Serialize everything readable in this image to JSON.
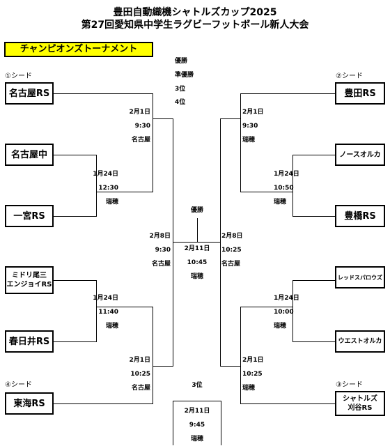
{
  "title": {
    "line1": "豊田自動織機シャトルズカップ2025",
    "line2": "第27回愛知県中学生ラグビーフットボール新人大会"
  },
  "banner": "チャンピオンズトーナメント",
  "results": {
    "first": "優勝",
    "second": "準優勝",
    "third": "3位",
    "fourth": "4位"
  },
  "seeds": {
    "s1": "①シード",
    "s2": "②シード",
    "s3": "③シード",
    "s4": "④シード"
  },
  "teams": {
    "nagoya_rs": "名古屋RS",
    "nagoya_chu": "名古屋中",
    "ichinomiya_rs": "一宮RS",
    "midori1": "ミドリ尾三",
    "midori2": "エンジョイRS",
    "kasugai_rs": "春日井RS",
    "tokai_rs": "東海RS",
    "toyota_rs": "豊田RS",
    "north_orca": "ノースオルカ",
    "toyohashi_rs": "豊橋RS",
    "red_sparrows": "レッドスパロウズ",
    "west_orca": "ウエストオルカ",
    "shuttles1": "シャトルズ",
    "shuttles2": "刈谷RS"
  },
  "matches": {
    "l_r1_top": {
      "date": "1月24日",
      "time": "12:30",
      "venue": "瑞穂"
    },
    "l_r1_bot": {
      "date": "1月24日",
      "time": "11:40",
      "venue": "瑞穂"
    },
    "l_qf_top": {
      "date": "2月1日",
      "time": "9:30",
      "venue": "名古屋"
    },
    "l_qf_bot": {
      "date": "2月1日",
      "time": "10:25",
      "venue": "名古屋"
    },
    "l_sf": {
      "date": "2月8日",
      "time": "9:30",
      "venue": "名古屋"
    },
    "r_r1_top": {
      "date": "1月24日",
      "time": "10:50",
      "venue": "瑞穂"
    },
    "r_r1_bot": {
      "date": "1月24日",
      "time": "10:00",
      "venue": "瑞穂"
    },
    "r_qf_top": {
      "date": "2月1日",
      "time": "9:30",
      "venue": "瑞穂"
    },
    "r_qf_bot": {
      "date": "2月1日",
      "time": "10:25",
      "venue": "瑞穂"
    },
    "r_sf": {
      "date": "2月8日",
      "time": "10:25",
      "venue": "名古屋"
    },
    "final": {
      "label": "優勝",
      "date": "2月11日",
      "time": "10:45",
      "venue": "瑞穂"
    },
    "third": {
      "label": "3位",
      "date": "2月11日",
      "time": "9:45",
      "venue": "瑞穂"
    }
  }
}
